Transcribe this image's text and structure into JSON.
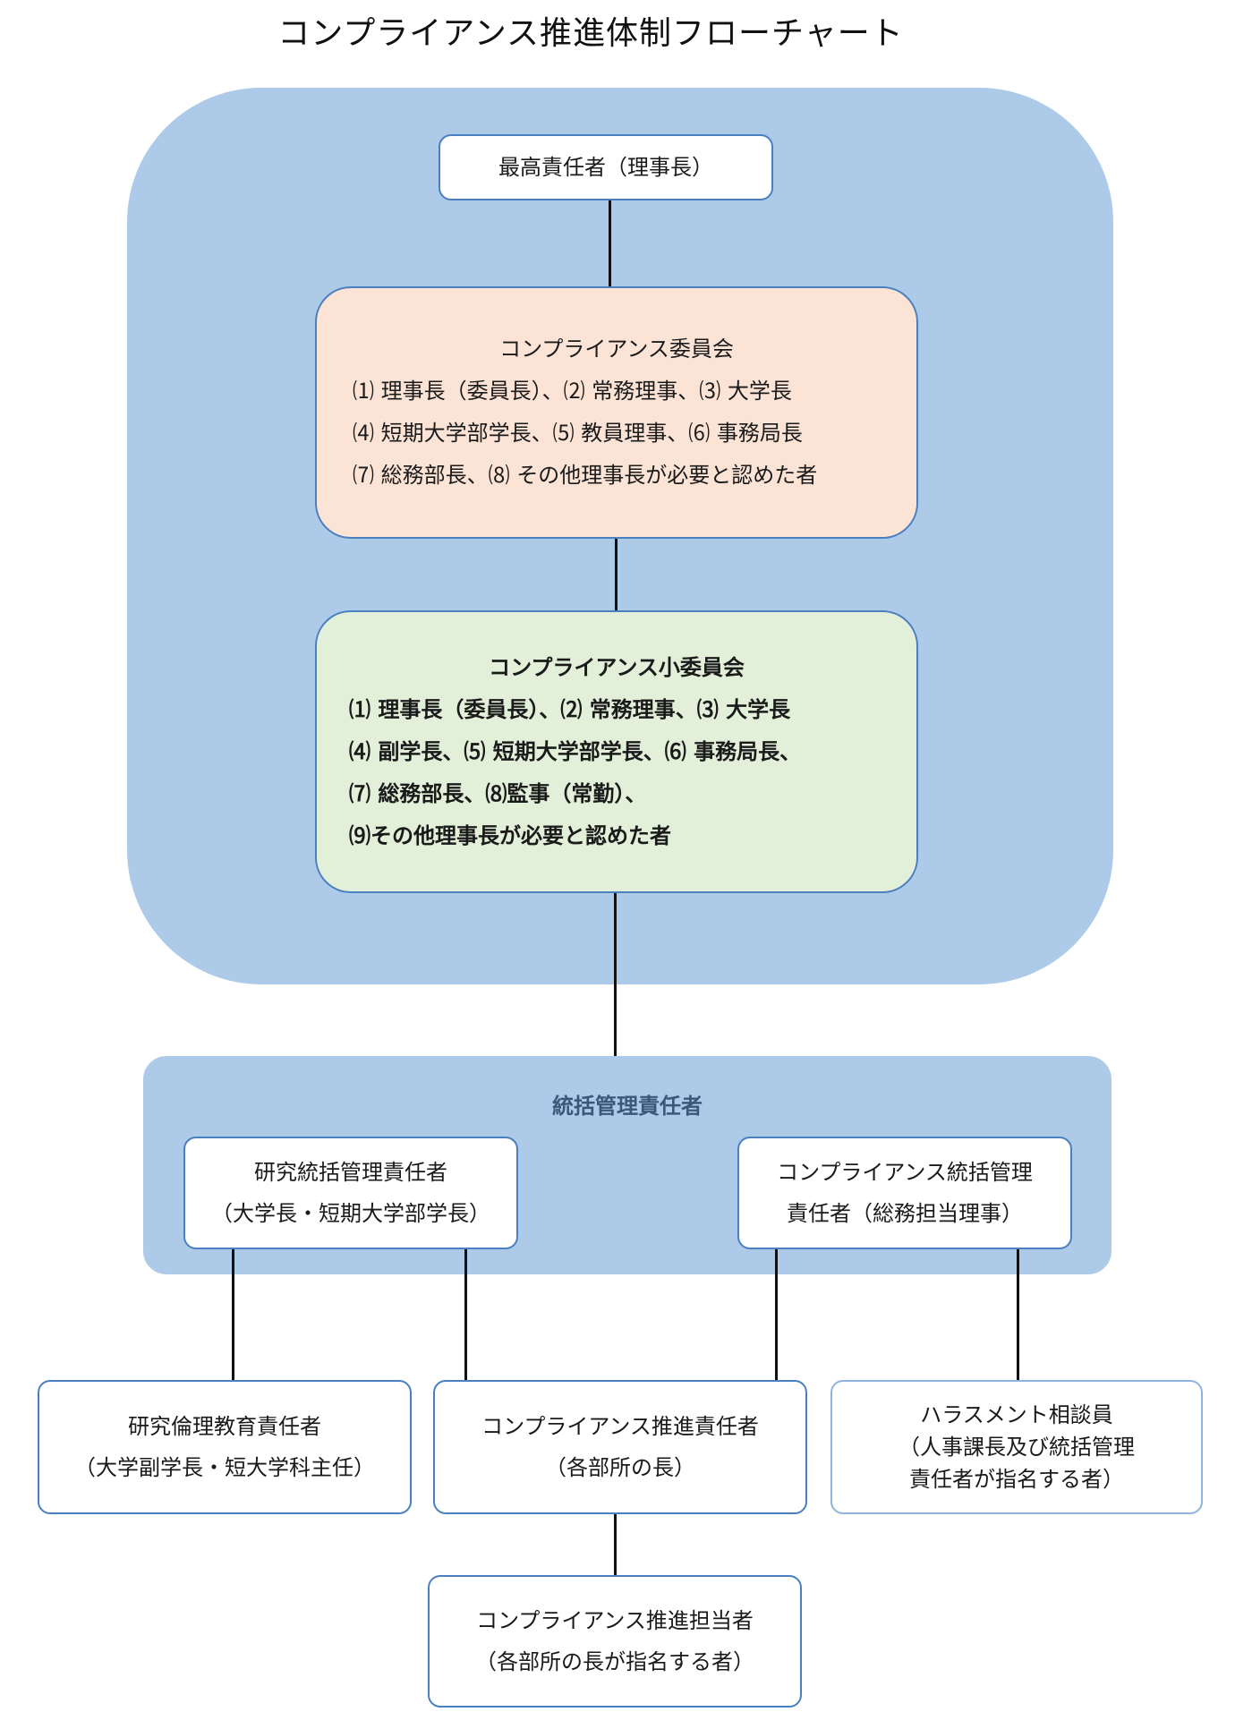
{
  "title": "コンプライアンス推進体制フローチャート",
  "top_box": {
    "text": "最高責任者（理事長）"
  },
  "committee": {
    "heading": "コンプライアンス委員会",
    "lines": [
      "⑴ 理事長（委員長）、⑵ 常務理事、⑶ 大学長",
      "⑷ 短期大学部学長、⑸ 教員理事、⑹ 事務局長",
      "⑺ 総務部長、⑻ その他理事長が必要と認めた者"
    ]
  },
  "subcommittee": {
    "heading": "コンプライアンス小委員会",
    "lines": [
      "⑴ 理事長（委員長）、⑵ 常務理事、⑶ 大学長",
      "⑷ 副学長、⑸ 短期大学部学長、⑹ 事務局長、",
      "⑺ 総務部長、⑻監事（常勤）、",
      "⑼その他理事長が必要と認めた者"
    ]
  },
  "supervisors": {
    "label": "統括管理責任者",
    "research": {
      "line1": "研究統括管理責任者",
      "line2": "（大学長・短期大学部学長）"
    },
    "compliance": {
      "line1": "コンプライアンス統括管理",
      "line2": "責任者（総務担当理事）"
    }
  },
  "bottom": {
    "ethics": {
      "line1": "研究倫理教育責任者",
      "line2": "（大学副学長・短大学科主任）"
    },
    "promotion": {
      "line1": "コンプライアンス推進責任者",
      "line2": "（各部所の長）"
    },
    "harassment": {
      "line1": "ハラスメント相談員",
      "line2": "（人事課長及び統括管理",
      "line3": "責任者が指名する者）"
    },
    "staff": {
      "line1": "コンプライアンス推進担当者",
      "line2": "（各部所の長が指名する者）"
    }
  }
}
